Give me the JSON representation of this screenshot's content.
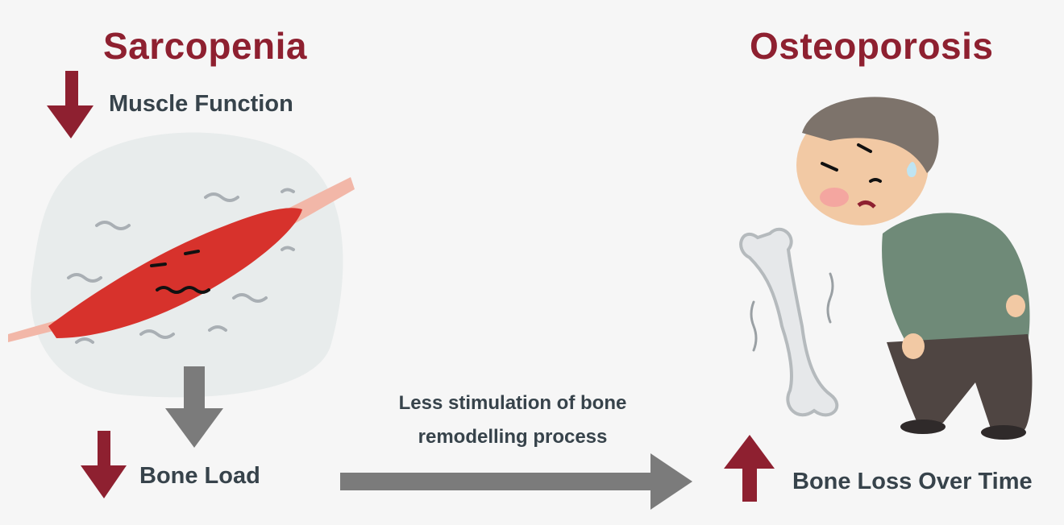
{
  "left": {
    "title": "Sarcopenia",
    "muscle_label": "Muscle Function",
    "bone_label": "Bone Load"
  },
  "middle": {
    "line1": "Less stimulation of bone",
    "line2": "remodelling process"
  },
  "right": {
    "title": "Osteoporosis",
    "label": "Bone Loss Over Time"
  },
  "colors": {
    "accent": "#8e2030",
    "text": "#37434b",
    "arrow_gray": "#7b7b7b",
    "background": "#f6f6f6"
  }
}
